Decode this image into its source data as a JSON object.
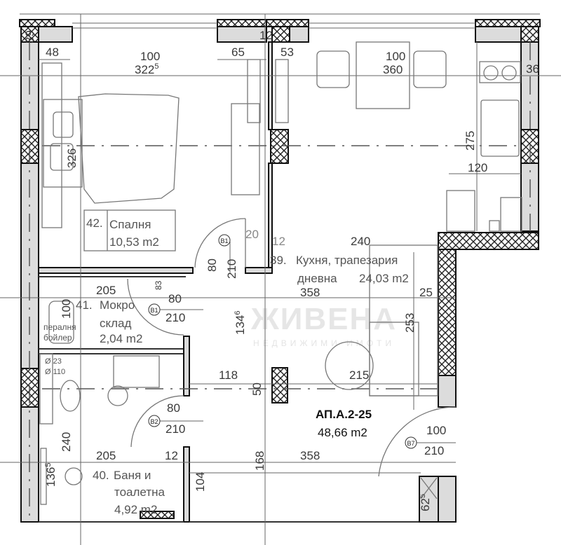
{
  "apartment": {
    "code": "АП.А.2-25",
    "area": "48,66 m2"
  },
  "rooms": {
    "bedroom": {
      "number": "42.",
      "name": "Спалня",
      "area": "10,53 m2"
    },
    "kitchen": {
      "number": "39.",
      "name": "Кухня, трапезария",
      "name2": "дневна",
      "area": "24,03 m2"
    },
    "storage": {
      "number": "41.",
      "name": "Мокро",
      "name2": "склад",
      "area": "2,04 m2",
      "appliance1": "пералня",
      "appliance2": "бойлер"
    },
    "bathroom": {
      "number": "40.",
      "name": "Баня и",
      "name2": "тоалетна",
      "area": "4,92 m2"
    }
  },
  "doors": [
    {
      "tag": "B1",
      "width": "80",
      "height": "210"
    },
    {
      "tag": "B1",
      "width": "80",
      "height": "210"
    },
    {
      "tag": "B2",
      "width": "80",
      "height": "210"
    },
    {
      "tag": "B7",
      "width": "100",
      "height": "210"
    }
  ],
  "dims": {
    "wall_top_left": "39",
    "top_12": "12",
    "bed_48": "48",
    "bed_win": "100",
    "bed_width": "322",
    "bed_width_sup": "5",
    "bed_65": "65",
    "kit_53": "53",
    "kit_win": "100",
    "kit_width": "360",
    "kit_36": "36",
    "bed_depth": "326",
    "kit_275": "275",
    "kit_120": "120",
    "d_20": "20",
    "d_12": "12",
    "d_240": "240",
    "d_358a": "358",
    "d_25": "25",
    "d_253": "253",
    "st_205": "205",
    "st_83": "83",
    "st_100": "100",
    "hall_134": "134",
    "hall_134_sup": "6",
    "pipe1": "Ø 23",
    "pipe2": "Ø 110",
    "d_118": "118",
    "d_50": "50",
    "d_215": "215",
    "bath_240": "240",
    "bath_205": "205",
    "bath_12": "12",
    "d_168": "168",
    "d_358b": "358",
    "bath_136": "136",
    "bath_136_sup": "5",
    "d_104": "104",
    "d_62": "62",
    "d_62_sup": "5"
  },
  "watermark": {
    "brand": "ЖИВЕНА",
    "tagline": "НЕДВИЖИМИ ИМОТИ"
  },
  "colors": {
    "wall_fill": "#dcdcdc",
    "line": "#111111"
  }
}
